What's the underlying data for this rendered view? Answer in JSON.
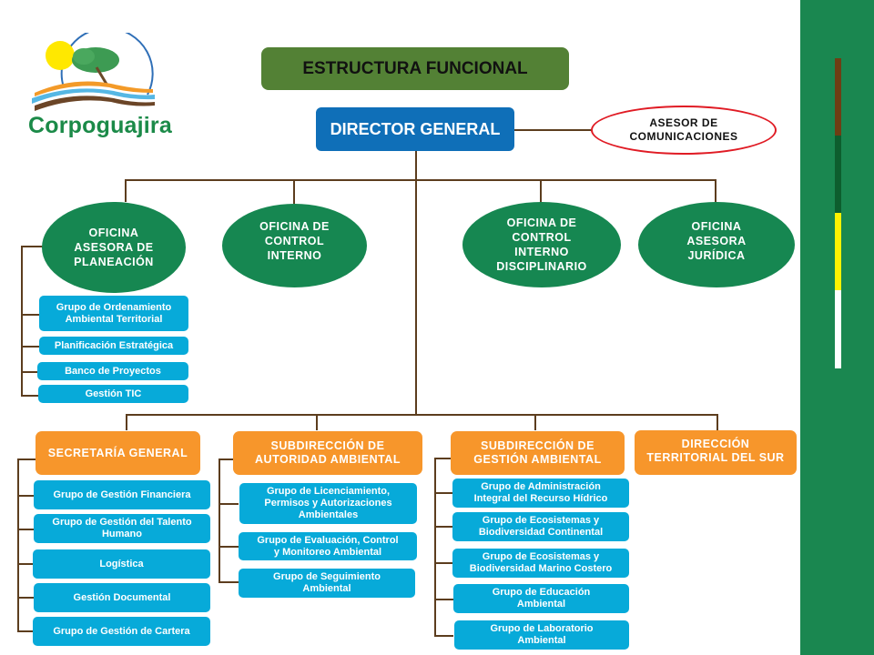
{
  "logo": {
    "name": "Corpoguajira"
  },
  "title": "ESTRUCTURA FUNCIONAL",
  "director": "DIRECTOR GENERAL",
  "advisor": {
    "line1": "ASESOR DE",
    "line2": "COMUNICACIONES"
  },
  "colors": {
    "sidebar": "#1a8750",
    "title_box": "#538135",
    "director": "#0f6fb8",
    "office_ellipse": "#168751",
    "division": "#f7962b",
    "group": "#07aad9",
    "connector": "#5c3d1e",
    "advisor_border": "#e01b24",
    "flag_stripes": [
      "#6e3e14",
      "#0d5e2e",
      "#fff200",
      "#ffffff"
    ]
  },
  "offices": [
    {
      "label": "OFICINA ASESORA DE PLANEACIÓN",
      "lines": [
        "OFICINA",
        "ASESORA DE",
        "PLANEACIÓN"
      ],
      "groups": [
        {
          "lines": [
            "Grupo de Ordenamiento",
            "Ambiental Territorial"
          ]
        },
        {
          "lines": [
            "Planificación Estratégica"
          ]
        },
        {
          "lines": [
            "Banco de Proyectos"
          ]
        },
        {
          "lines": [
            "Gestión TIC"
          ]
        }
      ]
    },
    {
      "label": "OFICINA DE CONTROL INTERNO",
      "lines": [
        "OFICINA DE",
        "CONTROL",
        "INTERNO"
      ]
    },
    {
      "label": "OFICINA DE CONTROL INTERNO DISCIPLINARIO",
      "lines": [
        "OFICINA DE",
        "CONTROL",
        "INTERNO",
        "DISCIPLINARIO"
      ]
    },
    {
      "label": "OFICINA ASESORA JURÍDICA",
      "lines": [
        "OFICINA",
        "ASESORA",
        "JURÍDICA"
      ]
    }
  ],
  "divisions": [
    {
      "lines": [
        "SECRETARÍA GENERAL"
      ],
      "groups": [
        {
          "lines": [
            "Grupo de Gestión Financiera"
          ]
        },
        {
          "lines": [
            "Grupo de Gestión del Talento",
            "Humano"
          ]
        },
        {
          "lines": [
            "Logística"
          ]
        },
        {
          "lines": [
            "Gestión Documental"
          ]
        },
        {
          "lines": [
            "Grupo de Gestión de Cartera"
          ]
        }
      ]
    },
    {
      "lines": [
        "SUBDIRECCIÓN DE",
        "AUTORIDAD AMBIENTAL"
      ],
      "groups": [
        {
          "lines": [
            "Grupo de Licenciamiento,",
            "Permisos y Autorizaciones",
            "Ambientales"
          ]
        },
        {
          "lines": [
            "Grupo de Evaluación, Control",
            "y Monitoreo Ambiental"
          ]
        },
        {
          "lines": [
            "Grupo de Seguimiento",
            "Ambiental"
          ]
        }
      ]
    },
    {
      "lines": [
        "SUBDIRECCIÓN DE",
        "GESTIÓN AMBIENTAL"
      ],
      "groups": [
        {
          "lines": [
            "Grupo de Administración",
            "Integral del Recurso Hídrico"
          ]
        },
        {
          "lines": [
            "Grupo de Ecosistemas y",
            "Biodiversidad Continental"
          ]
        },
        {
          "lines": [
            "Grupo de Ecosistemas y",
            "Biodiversidad Marino Costero"
          ]
        },
        {
          "lines": [
            "Grupo de Educación",
            "Ambiental"
          ]
        },
        {
          "lines": [
            "Grupo de Laboratorio",
            "Ambiental"
          ]
        }
      ]
    },
    {
      "lines": [
        "DIRECCIÓN",
        "TERRITORIAL DEL SUR"
      ]
    }
  ]
}
